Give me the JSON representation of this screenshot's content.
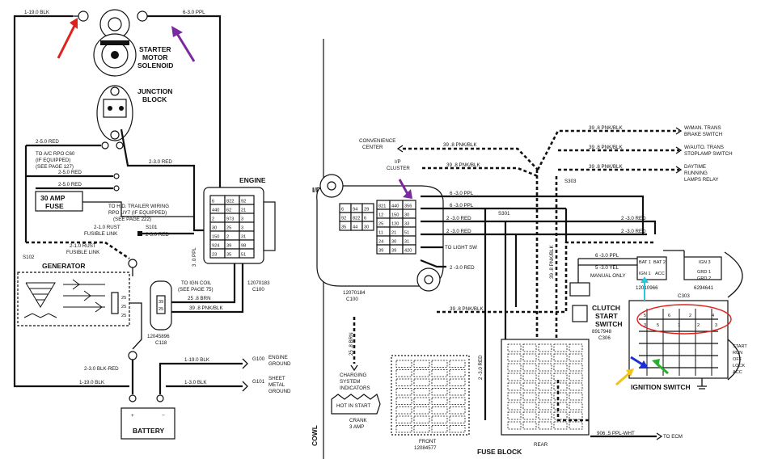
{
  "left": {
    "wire_top_left": "1-19.0 BLK",
    "wire_top_right": "6-3.0 PPL",
    "starter": [
      "STARTER",
      "MOTOR",
      "SOLENOID"
    ],
    "junction": [
      "JUNCTION",
      "BLOCK"
    ],
    "w_25red_top": "2-5.0 RED",
    "w_23red": "2-3.0 RED",
    "ac_note": [
      "TO A/C RPO C60",
      "(IF EQUIPPED)",
      "(SEE PAGE 127)"
    ],
    "w_25red_a": "2-5.0 RED",
    "w_25red_b": "2-5.0 RED",
    "fuse30": [
      "30 AMP",
      "FUSE"
    ],
    "hd_note": [
      "TO H.D. TRAILER WIRING",
      "RPO UY7 (IF EQUIPPED)",
      "(SEE PAGE 222)"
    ],
    "rust_1": [
      "2-1.0 RUST",
      "FUSIBLE LINK"
    ],
    "rust_2": [
      "2-1.0 RUST",
      "FUSIBLE LINK"
    ],
    "s101": "S101",
    "w_23red_s101": "2-3.0 RED",
    "s102": "S102",
    "generator": "GENERATOR",
    "gen_pins": [
      "25",
      "25",
      "25"
    ],
    "engine": "ENGINE",
    "c100_pn": "12070183",
    "c100": "C100",
    "c100_cells": [
      "6",
      "822",
      "92",
      "440",
      "62",
      "21",
      "2",
      "973",
      "3",
      "30",
      "25",
      "3",
      "150",
      "2",
      "31",
      "924",
      "39",
      "98",
      "23",
      "35",
      "51"
    ],
    "ign_coil": [
      "TO IGN COIL",
      "(SEE PAGE 75)"
    ],
    "w_brn": "25 .8 BRN",
    "w_pnkblk": "39 .8 PNK/BLK",
    "c118_pn": "12045896",
    "c118": "C118",
    "c118_pins": [
      "39",
      "25"
    ],
    "w_ppl_vert": "3 .0 PPL",
    "w_blkred": "2-3.0 BLK-RED",
    "w_19blk_bot": "1-19.0 BLK",
    "w_19blk_g": "1-19.0 BLK",
    "w_30blk": "1-3.0 BLK",
    "engine_ground": [
      "ENGINE",
      "GROUND"
    ],
    "g100": "G100",
    "g101": "G101",
    "sheet_ground": [
      "SHEET",
      "METAL",
      "GROUND"
    ],
    "battery": "BATTERY"
  },
  "right": {
    "ip": "I/P",
    "cowl": "COWL",
    "convenience": [
      "CONVENIENCE",
      "CENTER"
    ],
    "w_conv": "39 .8 PNK/BLK",
    "ip_cluster": [
      "I/P",
      "CLUSTER"
    ],
    "w_cluster": "39 .8 PNK/BLK",
    "c100r_cells": [
      "6",
      "94",
      "29",
      "92",
      "822",
      "6",
      "35",
      "44",
      "30",
      "821",
      "440",
      "356",
      "12",
      "150",
      "30",
      "25",
      "120",
      "33",
      "11",
      "21",
      "51",
      "24",
      "30",
      "31",
      "39",
      "39",
      "420"
    ],
    "c100r_pn": "12070184",
    "c100r": "C100",
    "w_6ppl_a": "6 -3.0 PPL",
    "w_6ppl_b": "6 -3.0 PPL",
    "w_red_1": "2 -3.0 RED",
    "w_red_2": "2 -3.0 RED",
    "w_red_3": "2 -3.0 RED",
    "w_red_4": "2 -3.0 RED",
    "w_red_5": "2 -3.0 RED",
    "w_red_6": "2 -3.0 RED",
    "to_light": "TO LIGHT SW",
    "s301": "S301",
    "s303": "S303",
    "w_39_1": "39 .8 PNK/BLK",
    "w_39_2": "39 .8 PNK/BLK",
    "w_39_3": "39 .8 PNK/BLK",
    "w_39_vert": "39 .8 PNK/BLK",
    "w_39_4": "39 .8 PNK/BLK",
    "w_39_low": "39 .8 PNK/BLK",
    "w_39_red": "39 .8 PNK/BLK",
    "wman": [
      "W/MAN. TRANS",
      "BRAKE SWITCH"
    ],
    "wauto": [
      "W/AUTO. TRANS",
      "STOPLAMP SWITCH"
    ],
    "daytime": [
      "DAYTIME",
      "RUNNING",
      "LAMPS RELAY"
    ],
    "w_6ppl_c": "6 -3.0 PPL",
    "w_5yel": "5 -3.0 YEL",
    "manual_only": "MANUAL ONLY",
    "clutch": [
      "CLUTCH",
      "START",
      "SWITCH"
    ],
    "c306_pn": "8917948",
    "c306": "C306",
    "c301_pn": "12010966",
    "c302_pn": "6294641",
    "c303": "C303",
    "ign_labels": [
      "BAT 1",
      "BAT 2",
      "IGN 1",
      "ACC",
      "IGN 3",
      "GRD 1",
      "GRD 2"
    ],
    "ign_cells": [
      "5",
      "6",
      "2",
      "4",
      "3",
      "5",
      "1",
      "2",
      "3"
    ],
    "positions": [
      "START",
      "RUN",
      "OFF",
      "LOCK",
      "ACC"
    ],
    "ignition_switch": "IGNITION SWITCH",
    "w_25brn": "25 .8 BRN",
    "charging": [
      "CHARGING",
      "SYSTEM",
      "INDICATORS"
    ],
    "hot_start": [
      "HOT IN START"
    ],
    "crank": [
      "CRANK",
      "3 AMP"
    ],
    "fuse_front": "FRONT",
    "fuse_front_pn": "12084577",
    "fuse_block": "FUSE BLOCK",
    "fuse_rear": "REAR",
    "w_ecm": "906 .5 PPL-WHT",
    "to_ecm": "TO ECM"
  },
  "annotations": {
    "red": "#e0201b",
    "purple": "#7a2a9e",
    "cyan": "#28c8e0",
    "blue": "#1b2fd6",
    "green": "#26b02f",
    "yellow": "#f0c419"
  }
}
